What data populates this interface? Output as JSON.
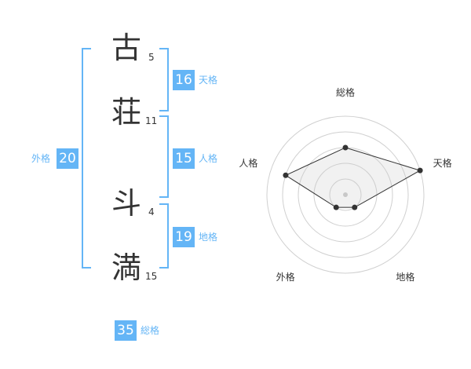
{
  "name": {
    "chars": [
      {
        "char": "古",
        "strokes": "5"
      },
      {
        "char": "荘",
        "strokes": "11"
      },
      {
        "char": "斗",
        "strokes": "4"
      },
      {
        "char": "満",
        "strokes": "15"
      }
    ]
  },
  "kakusu": {
    "tenkaku": {
      "value": "16",
      "label": "天格"
    },
    "jinkaku": {
      "value": "15",
      "label": "人格"
    },
    "chikaku": {
      "value": "19",
      "label": "地格"
    },
    "gaikaku": {
      "value": "20",
      "label": "外格"
    },
    "soukaku": {
      "value": "35",
      "label": "総格"
    }
  },
  "colors": {
    "accent": "#64b5f6",
    "text": "#333333"
  },
  "chart_data": {
    "type": "radar",
    "axes": [
      "総格",
      "天格",
      "地格",
      "外格",
      "人格"
    ],
    "values": [
      3,
      5,
      1,
      1,
      4
    ],
    "rmax": 5,
    "rings": 5
  }
}
